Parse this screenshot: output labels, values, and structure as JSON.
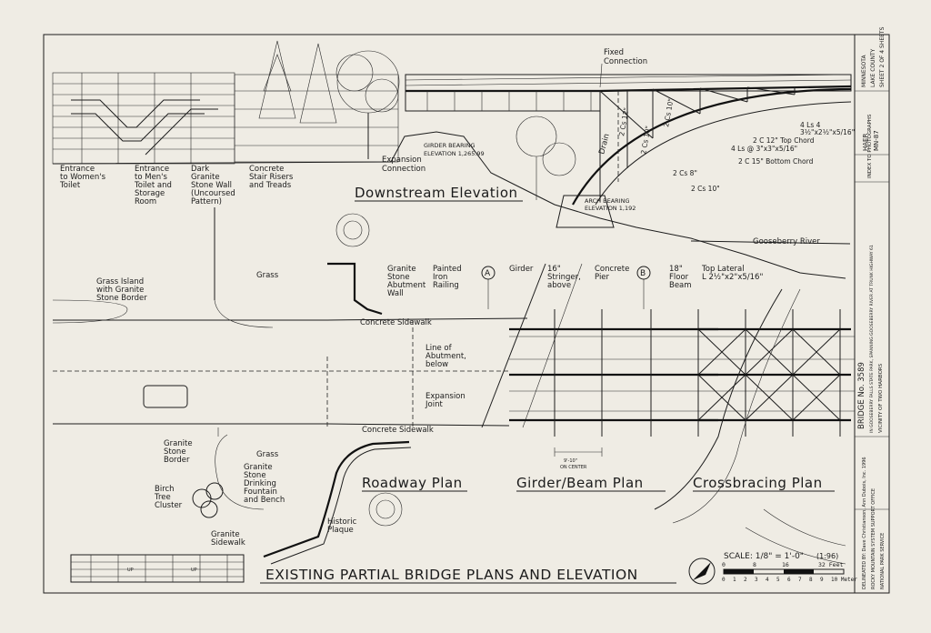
{
  "sheet": {
    "title": "EXISTING PARTIAL BRIDGE PLANS AND ELEVATION",
    "scale_label": "SCALE: 1/8\" = 1'-0\"",
    "scale_year": "(1:96)",
    "scale_feet": [
      "0",
      "8",
      "16",
      "32 Feet"
    ],
    "scale_meters": [
      "0",
      "1",
      "2",
      "3",
      "4",
      "5",
      "6",
      "7",
      "8",
      "9",
      "10 Meter"
    ]
  },
  "views": {
    "downstream_elevation": "Downstream Elevation",
    "roadway_plan": "Roadway Plan",
    "girder_beam_plan": "Girder/Beam Plan",
    "crossbracing_plan": "Crossbracing Plan"
  },
  "labels": {
    "fixed_connection": [
      "Fixed",
      "Connection"
    ],
    "expansion_connection": [
      "Expansion",
      "Connection"
    ],
    "girder_bearing": [
      "GIRDER BEARING",
      "ELEVATION 1,265.99"
    ],
    "arch_bearing": [
      "ARCH BEARING",
      "ELEVATION 1,192"
    ],
    "drain": "Drain",
    "gooseberry_river": "Gooseberry River",
    "entrance_women": [
      "Entrance",
      "to Women's",
      "Toilet"
    ],
    "entrance_men": [
      "Entrance",
      "to Men's",
      "Toilet and",
      "Storage",
      "Room"
    ],
    "dark_granite_wall": [
      "Dark",
      "Granite",
      "Stone Wall",
      "(Uncoursed",
      "Pattern)"
    ],
    "concrete_stair": [
      "Concrete",
      "Stair Risers",
      "and Treads"
    ],
    "grass": "Grass",
    "grass_island": [
      "Grass Island",
      "with Granite",
      "Stone Border"
    ],
    "granite_abutment": [
      "Granite",
      "Stone",
      "Abutment",
      "Wall"
    ],
    "painted_railing": [
      "Painted",
      "Iron",
      "Railing"
    ],
    "concrete_sidewalk": "Concrete Sidewalk",
    "line_of_abutment": [
      "Line of",
      "Abutment,",
      "below"
    ],
    "expansion_joint": [
      "Expansion",
      "Joint"
    ],
    "granite_border": [
      "Granite",
      "Stone",
      "Border"
    ],
    "drinking_fountain": [
      "Granite",
      "Stone",
      "Drinking",
      "Fountain",
      "and Bench"
    ],
    "birch_cluster": [
      "Birch",
      "Tree",
      "Cluster"
    ],
    "granite_sidewalk": [
      "Granite",
      "Sidewalk"
    ],
    "historic_plaque": [
      "Historic",
      "Plaque"
    ],
    "girder": "Girder",
    "stringer": [
      "16\"",
      "Stringer,",
      "above"
    ],
    "concrete_pier": [
      "Concrete",
      "Pier"
    ],
    "floor_beam": [
      "18\"",
      "Floor",
      "Beam"
    ],
    "top_lateral": [
      "Top Lateral",
      "L 2½\"x2\"x5/16\""
    ],
    "grid_a": "A",
    "grid_b": "B",
    "top_chord": "2 C 12\" Top Chord",
    "bottom_chord": "2 C 15\" Bottom Chord",
    "angles_1": [
      "4 Ls 4",
      "3½\"x2½\"x5/16\""
    ],
    "angles_2": "4 Ls @ 3\"x3\"x5/16\"",
    "member_c12": "2 Cs 12\"",
    "member_c10": "2 Cs 10\"",
    "member_c8": "2 Cs 8\"",
    "member_c10b": "2 Cs 10\"",
    "spacing": [
      "9'-10\"",
      "ON CENTER"
    ],
    "up": "UP"
  },
  "title_block": {
    "delineated": "DELINEATED BY: Dave Christianson, Ann Dubois, Inc. 1996",
    "office": "ROCKY MOUNTAIN SYSTEM SUPPORT OFFICE",
    "program": "NATIONAL PARK SERVICE",
    "bridge_no": "BRIDGE No. 3589",
    "location": "IN GOOSEBERRY FALLS STATE PARK, SPANNING GOOSEBERRY RIVER AT TRUNK HIGHWAY 61",
    "county": "LAKE COUNTY",
    "vicinity": "VICINITY OF TWO HARBORS",
    "state": "MINNESOTA",
    "survey": "HAER",
    "survey_no": "MN-87",
    "sheet": "SHEET 2 OF 4 SHEETS",
    "index": "INDEX TO PHOTOGRAPHS"
  }
}
